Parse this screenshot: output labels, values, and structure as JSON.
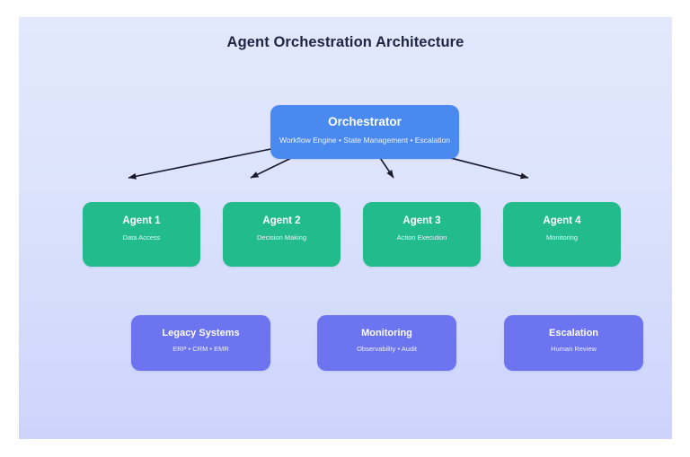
{
  "diagram": {
    "title": "Agent Orchestration Architecture",
    "background_top_color": "#e2e8fd",
    "background_bottom_color": "#ccd4fc",
    "title_color": "#1f2544",
    "orchestrator": {
      "title": "Orchestrator",
      "subtitle": "Workflow Engine • State Management • Escalation",
      "color": "#4a8af0"
    },
    "agents": [
      {
        "title": "Agent 1",
        "subtitle": "Data Access",
        "color": "#22bb8c"
      },
      {
        "title": "Agent 2",
        "subtitle": "Decision Making",
        "color": "#22bb8c"
      },
      {
        "title": "Agent 3",
        "subtitle": "Action Execution",
        "color": "#22bb8c"
      },
      {
        "title": "Agent 4",
        "subtitle": "Monitoring",
        "color": "#22bb8c"
      }
    ],
    "support_systems": [
      {
        "title": "Legacy Systems",
        "subtitle": "ERP • CRM • EMR",
        "color": "#6c74f0"
      },
      {
        "title": "Monitoring",
        "subtitle": "Observability • Audit",
        "color": "#6c74f0"
      },
      {
        "title": "Escalation",
        "subtitle": "Human Review",
        "color": "#6c74f0"
      }
    ],
    "connectors": [
      {
        "from": "Orchestrator",
        "to": "Agent 1",
        "style": "solid-arrow",
        "color": "#1a1a2e"
      },
      {
        "from": "Orchestrator",
        "to": "Agent 2",
        "style": "solid-arrow",
        "color": "#1a1a2e"
      },
      {
        "from": "Orchestrator",
        "to": "Agent 3",
        "style": "solid-arrow",
        "color": "#1a1a2e"
      },
      {
        "from": "Orchestrator",
        "to": "Agent 4",
        "style": "solid-arrow",
        "color": "#1a1a2e"
      }
    ]
  }
}
